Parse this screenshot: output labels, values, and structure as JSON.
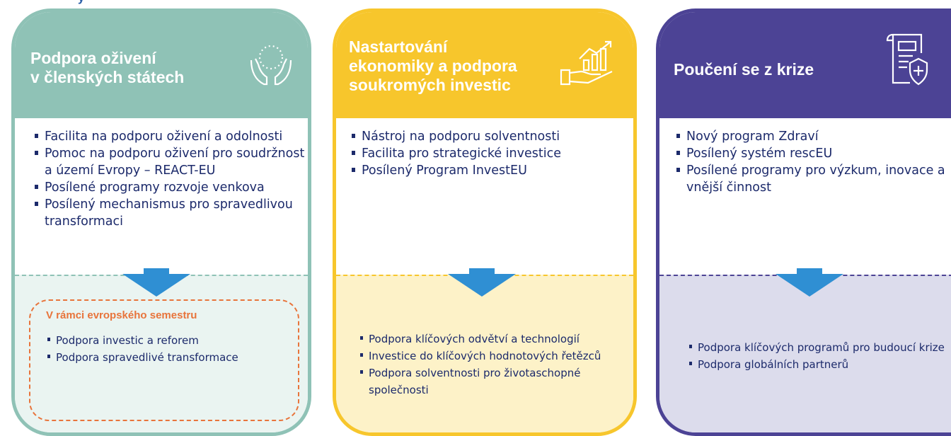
{
  "top_fragment": "y",
  "columns": [
    {
      "title": "Podpora oživení\nv členských státech",
      "icon": "hands-eu-stars-icon",
      "color": "#8fc2b6",
      "items": [
        "Facilita na podporu oživení a odolnosti",
        "Pomoc na podporu oživení pro soudržnost a území Evropy – REACT-EU",
        "Posílené programy rozvoje venkova",
        "Posílený mechanismus pro spravedlivou transformaci"
      ],
      "lower_title": "V rámci evropského semestru",
      "lower_items": [
        "Podpora investic a reforem",
        "Podpora spravedlivé transformace"
      ]
    },
    {
      "title": "Nastartování\nekonomiky a podpora\nsoukromých investic",
      "icon": "hand-growth-chart-icon",
      "color": "#f7c62c",
      "items": [
        "Nástroj na podporu solventnosti",
        "Facilita pro strategické investice",
        "Posílený Program InvestEU"
      ],
      "lower_items": [
        "Podpora klíčových odvětví a technologií",
        "Investice do klíčových hodnotových řetězců",
        "Podpora solventnosti pro životaschopné společnosti"
      ]
    },
    {
      "title": "Poučení se z krize",
      "icon": "health-document-shield-icon",
      "color": "#4c4395",
      "items": [
        "Nový program Zdraví",
        "Posílený systém rescEU",
        "Posílené programy pro výzkum, inovace a vnější činnost"
      ],
      "lower_items": [
        "Podpora klíčových programů pro budoucí krize",
        "Podpora globálních partnerů"
      ]
    }
  ],
  "arrow_color": "#2f8fd3",
  "semester_color": "#e8743b"
}
